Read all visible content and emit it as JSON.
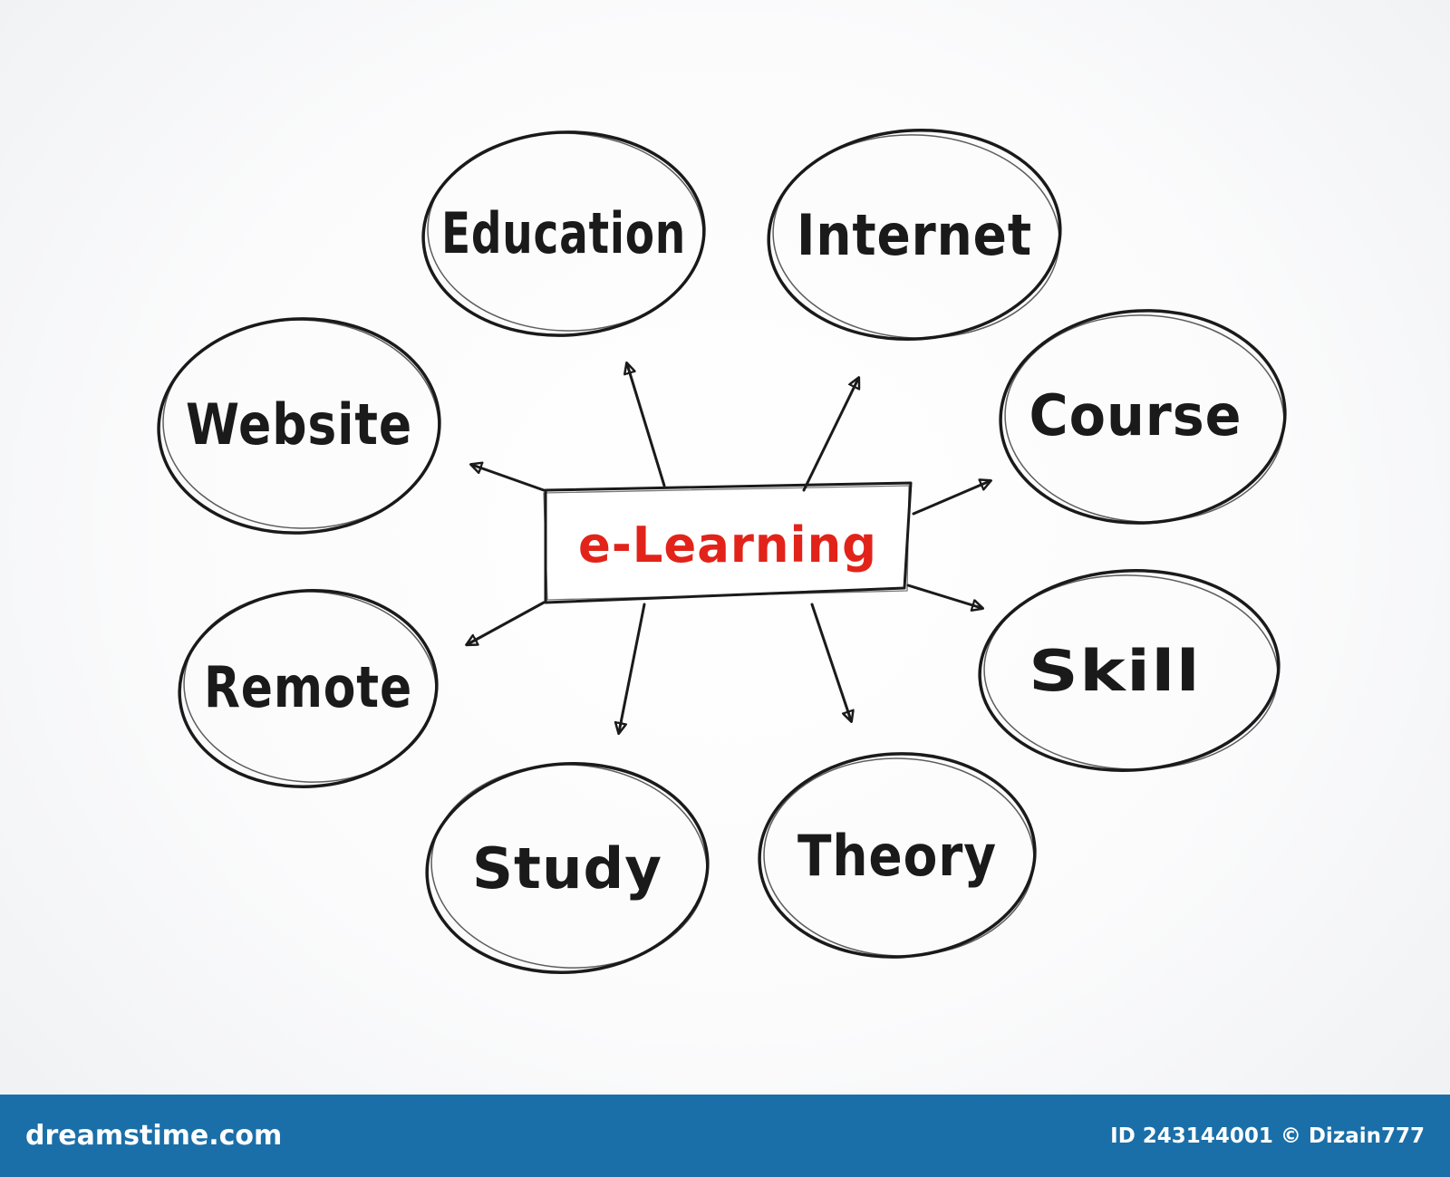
{
  "diagram": {
    "center": {
      "label": "e-Learning",
      "color": "#e2231a"
    },
    "nodes": [
      {
        "id": "education",
        "label": "Education"
      },
      {
        "id": "internet",
        "label": "Internet"
      },
      {
        "id": "website",
        "label": "Website"
      },
      {
        "id": "course",
        "label": "Course"
      },
      {
        "id": "remote",
        "label": "Remote"
      },
      {
        "id": "skill",
        "label": "Skill"
      },
      {
        "id": "study",
        "label": "Study"
      },
      {
        "id": "theory",
        "label": "Theory"
      }
    ],
    "stroke_color": "#1a1a1a"
  },
  "watermark": {
    "logo": "dreamstime.com",
    "credit": "ID 243144001 © Dizain777",
    "bar_color": "#1a6fa8"
  }
}
